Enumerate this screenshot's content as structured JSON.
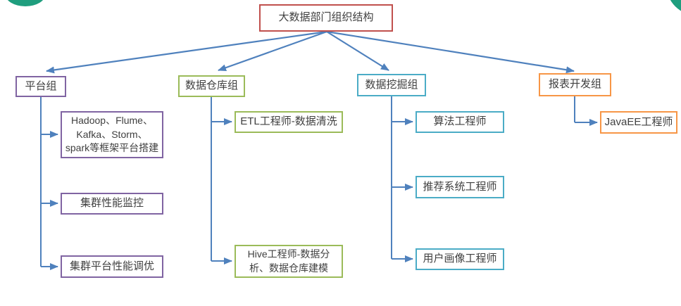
{
  "root": {
    "label": "大数据部门组织结构"
  },
  "groups": [
    {
      "label": "平台组",
      "children": [
        "Hadoop、Flume、Kafka、Storm、spark等框架平台搭建",
        "集群性能监控",
        "集群平台性能调优"
      ]
    },
    {
      "label": "数据仓库组",
      "children": [
        "ETL工程师-数据清洗",
        "Hive工程师-数据分析、数据仓库建模"
      ]
    },
    {
      "label": "数据挖掘组",
      "children": [
        "算法工程师",
        "推荐系统工程师",
        "用户画像工程师"
      ]
    },
    {
      "label": "报表开发组",
      "children": [
        "JavaEE工程师"
      ]
    }
  ],
  "colors": {
    "root_border": "#C0504D",
    "platform_border": "#8064A2",
    "warehouse_border": "#9BBB59",
    "mining_border": "#4BACC6",
    "report_border": "#F79646",
    "connector_blue": "#4F81BD",
    "corner_decoration_green": "#1F9E7E",
    "text": "#404040"
  }
}
